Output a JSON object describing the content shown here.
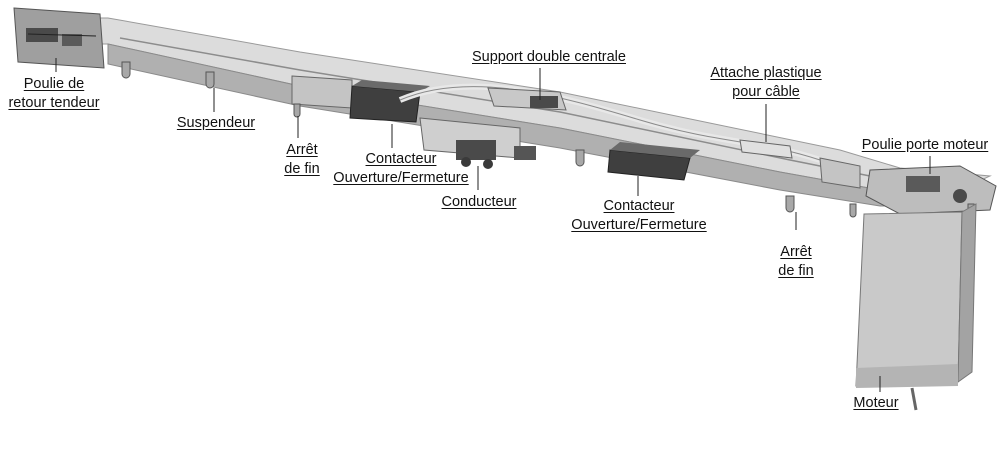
{
  "labels": {
    "poulie_retour": [
      "Poulie de",
      "retour tendeur"
    ],
    "suspendeur": [
      "Suspendeur"
    ],
    "arret_fin_left": [
      "Arrêt",
      "de fin"
    ],
    "contacteur_left": [
      "Contacteur",
      "Ouverture/Fermeture"
    ],
    "support_double": [
      "Support double centrale"
    ],
    "conducteur": [
      "Conducteur"
    ],
    "attache_plastique": [
      "Attache plastique",
      "pour câble"
    ],
    "contacteur_right": [
      "Contacteur",
      "Ouverture/Fermeture"
    ],
    "poulie_moteur": [
      "Poulie porte moteur"
    ],
    "arret_fin_right": [
      "Arrêt",
      "de fin"
    ],
    "moteur": [
      "Moteur"
    ]
  },
  "colors": {
    "rail_light": "#d9d9d9",
    "rail_mid": "#b3b3b3",
    "rail_dark": "#6e6e6e",
    "part_dark": "#3d3d3d",
    "motor_body": "#c9c9c9",
    "text": "#111111"
  }
}
